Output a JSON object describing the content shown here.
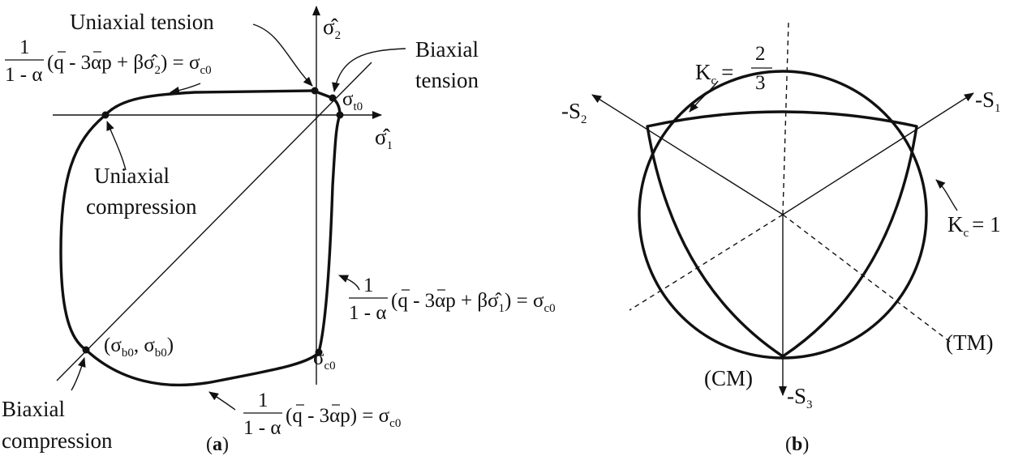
{
  "panel_a": {
    "label_open": "(",
    "label_letter": "a",
    "label_close": ")",
    "axis_sigma1": "σ̂",
    "axis_sigma1_sub": "1",
    "axis_sigma2": "σ̂",
    "axis_sigma2_sub": "2",
    "uniaxial_tension": "Uniaxial tension",
    "biaxial_tension_line1": "Biaxial",
    "biaxial_tension_line2": "tension",
    "uniaxial_compression_line1": "Uniaxial",
    "uniaxial_compression_line2": "compression",
    "biaxial_compression_line1": "Biaxial",
    "biaxial_compression_line2": "compression",
    "sigma_t0": "σ",
    "sigma_t0_sub": "t0",
    "sigma_c0": "σ",
    "sigma_c0_sub": "c0",
    "sigma_b0_open": "(σ",
    "sigma_b0_sub": "b0",
    "sigma_b0_mid": ", σ",
    "sigma_b0_close": ")",
    "frac_num": "1",
    "frac_den": "1 - α",
    "eq_top_body": "(q - 3αp + βσ̂",
    "eq_top_sub": "2",
    "eq_top_end": ") = σ",
    "eq_right_body": "(q - 3αp + βσ̂",
    "eq_right_sub": "1",
    "eq_right_end": ") = σ",
    "eq_bottom_body": "(q - 3αp) = σ",
    "eq_c0_sub": "c0"
  },
  "panel_b": {
    "label_open": "(",
    "label_letter": "b",
    "label_close": ")",
    "s1": "-S",
    "s1_sub": "1",
    "s2": "-S",
    "s2_sub": "2",
    "s3": "-S",
    "s3_sub": "3",
    "kc_top": "K",
    "kc_top_sub": "c",
    "kc_top_eq": "=",
    "kc_top_num": "2",
    "kc_top_den": "3",
    "kc_right": "K",
    "kc_right_sub": "c",
    "kc_right_val": "= 1",
    "tm": "(TM)",
    "cm": "(CM)"
  }
}
